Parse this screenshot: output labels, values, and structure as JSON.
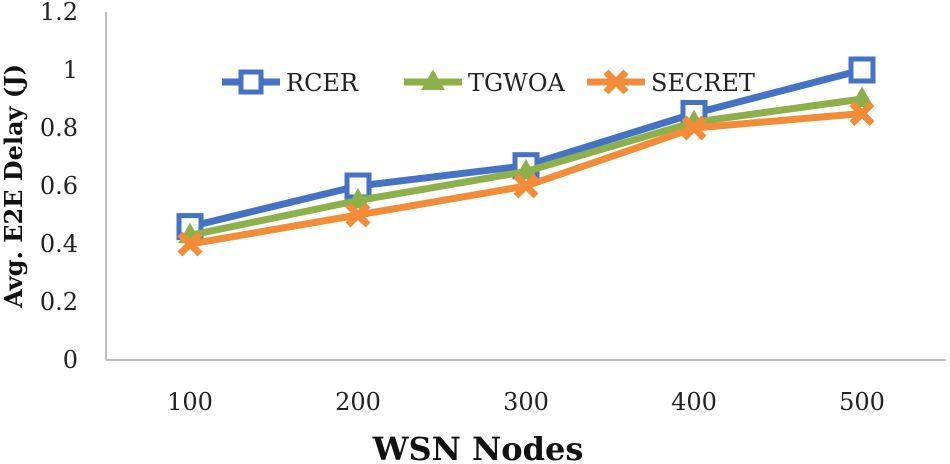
{
  "chart_data": {
    "type": "line",
    "title": "",
    "xlabel": "WSN Nodes",
    "ylabel": "Avg. E2E Delay (J)",
    "categories": [
      "100",
      "200",
      "300",
      "400",
      "500"
    ],
    "ylim": [
      0,
      1.2
    ],
    "yticks": [
      "0",
      "0.2",
      "0.4",
      "0.6",
      "0.8",
      "1",
      "1.2"
    ],
    "grid": false,
    "legend_position": "top-center",
    "series": [
      {
        "name": "RCER",
        "values": [
          0.46,
          0.6,
          0.67,
          0.85,
          1.0
        ],
        "color": "#4472C4",
        "marker": "square"
      },
      {
        "name": "TGWOA",
        "values": [
          0.43,
          0.55,
          0.65,
          0.82,
          0.9
        ],
        "color": "#8DB04A",
        "marker": "triangle"
      },
      {
        "name": "SECRET",
        "values": [
          0.4,
          0.5,
          0.6,
          0.8,
          0.85
        ],
        "color": "#F28C38",
        "marker": "x"
      }
    ]
  }
}
